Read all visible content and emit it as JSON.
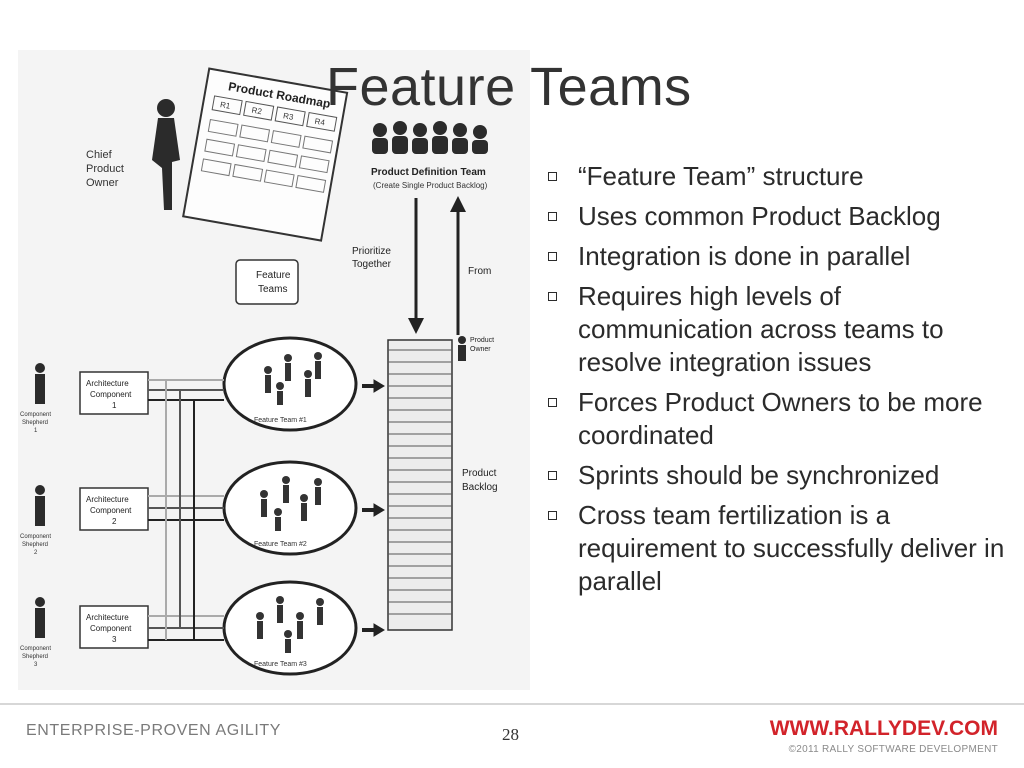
{
  "slide": {
    "title": "Feature Teams",
    "bullets": [
      "“Feature Team” structure",
      "Uses common Product Backlog",
      "Integration is done in parallel",
      "Requires high levels of communication across teams to resolve integration issues",
      "Forces Product Owners to be more coordinated",
      "Sprints should be synchronized",
      "Cross team fertilization is a requirement to successfully deliver in parallel"
    ]
  },
  "diagram": {
    "roadmap_title": "Product Roadmap",
    "roadmap_releases": [
      "R1",
      "R2",
      "R3",
      "R4"
    ],
    "chief_product_owner": [
      "Chief",
      "Product",
      "Owner"
    ],
    "product_definition_team": "Product Definition Team",
    "product_definition_sub": "(Create Single Product Backlog)",
    "feature_teams_box": [
      "Feature",
      "Teams"
    ],
    "prioritize_together": [
      "Prioritize",
      "Together"
    ],
    "from_label": "From",
    "product_owner": [
      "Product",
      "Owner"
    ],
    "product_backlog": [
      "Product",
      "Backlog"
    ],
    "architecture_components": [
      [
        "Architecture",
        "Component",
        "1"
      ],
      [
        "Architecture",
        "Component",
        "2"
      ],
      [
        "Architecture",
        "Component",
        "3"
      ]
    ],
    "component_shepherds": [
      [
        "Component",
        "Shepherd",
        "1"
      ],
      [
        "Component",
        "Shepherd",
        "2"
      ],
      [
        "Component",
        "Shepherd",
        "3"
      ]
    ],
    "feature_team_labels": [
      "Feature Team #1",
      "Feature Team #2",
      "Feature Team #3"
    ]
  },
  "footer": {
    "left": "ENTERPRISE-PROVEN AGILITY",
    "page_number": "28",
    "url": "WWW.RALLYDEV.COM",
    "copyright": "©2011 RALLY SOFTWARE DEVELOPMENT"
  },
  "colors": {
    "brand_red": "#d2232a",
    "footer_gray": "#7a7a7a"
  }
}
